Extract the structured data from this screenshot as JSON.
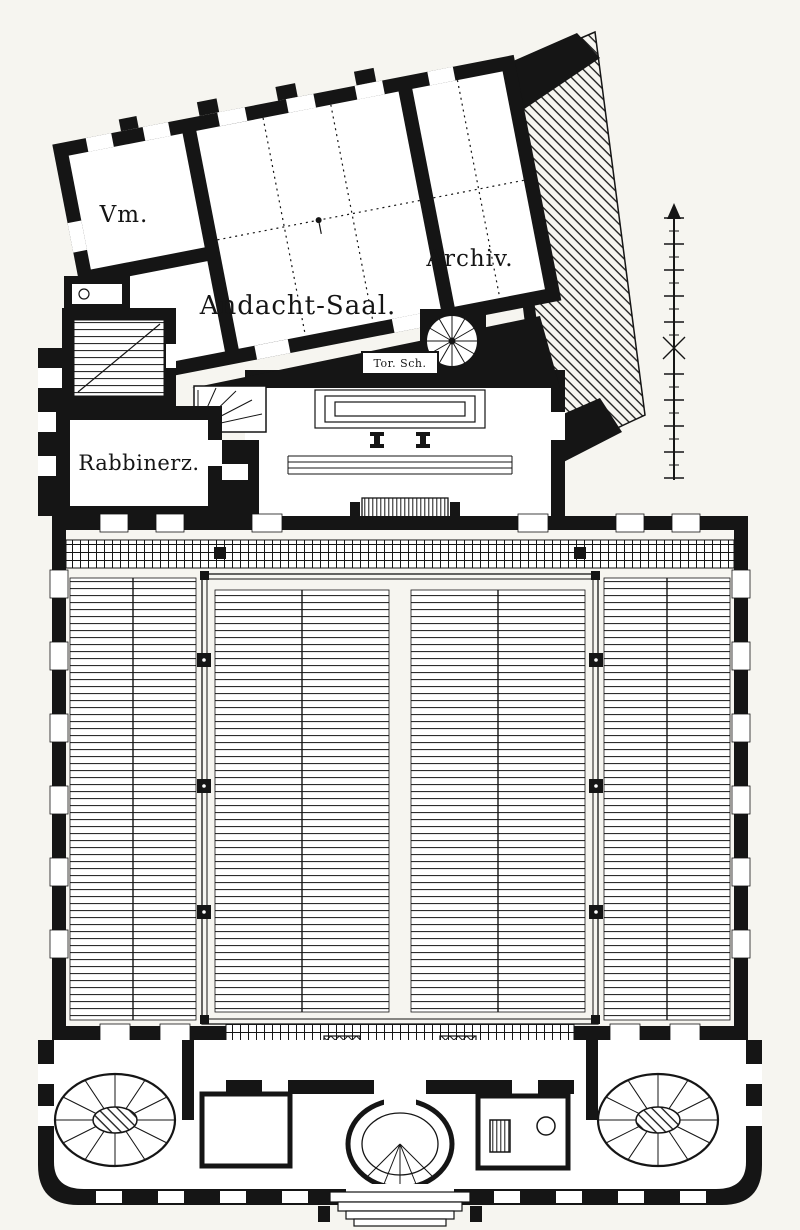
{
  "colors": {
    "paper": "#f6f5f0",
    "ink": "#151515"
  },
  "labels": {
    "vm": "Vm.",
    "andacht_saal": "Andacht-Saal.",
    "archiv": "Archiv.",
    "rabbinerz": "Rabbinerz.",
    "tor_sch": "Tor. Sch."
  }
}
